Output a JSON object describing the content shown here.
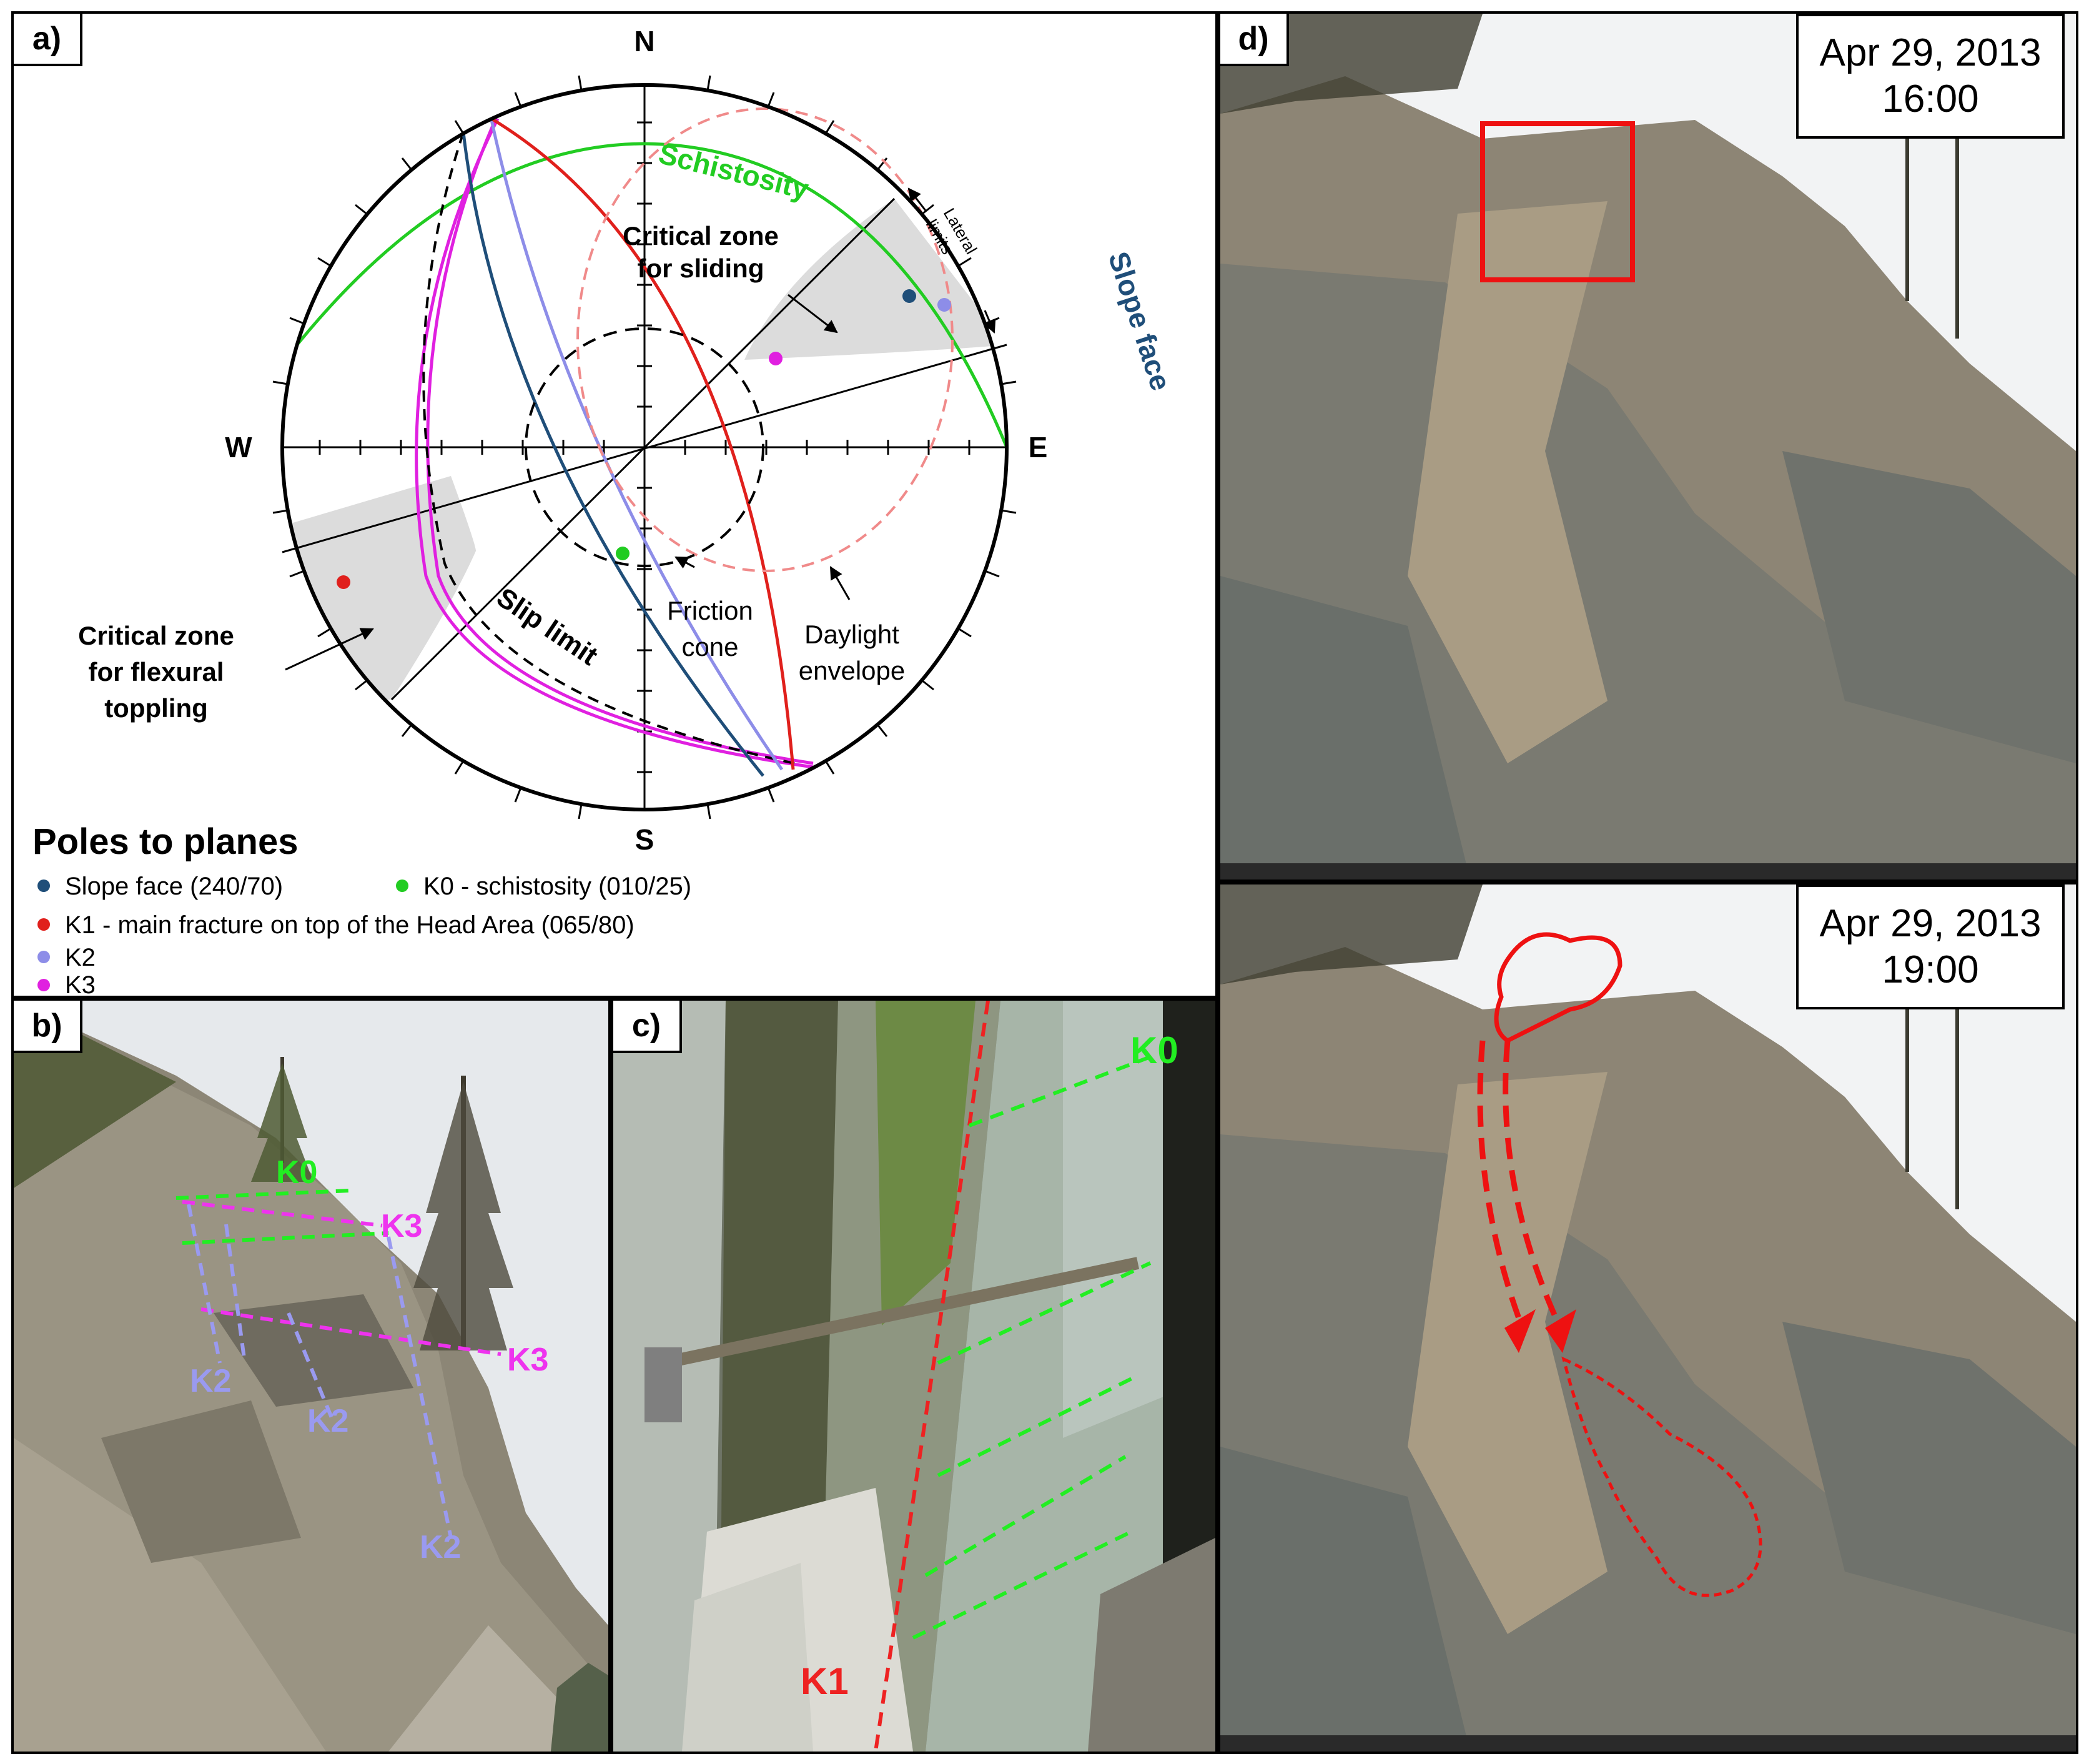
{
  "panels": {
    "a": {
      "label": "a)",
      "compass": {
        "n": "N",
        "s": "S",
        "e": "E",
        "w": "W"
      },
      "curves": {
        "schistosity": "Schistosity",
        "slope_face": "Slope face",
        "slip_limit": "Slip limit",
        "lateral_limits": [
          "Lateral",
          "limits"
        ]
      },
      "zones": {
        "sliding": [
          "Critical zone",
          "for sliding"
        ],
        "toppling": [
          "Critical zone",
          "for flexural",
          "toppling"
        ],
        "friction": [
          "Friction",
          "cone"
        ],
        "daylight": [
          "Daylight",
          "envelope"
        ]
      },
      "legend": {
        "title": "Poles to planes",
        "items": [
          {
            "label": "Slope face (240/70)",
            "color": "#1f4e79"
          },
          {
            "label": "K0 - schistosity (010/25)",
            "color": "#22cc22"
          },
          {
            "label": "K1 - main fracture on top of the Head Area (065/80)",
            "color": "#e0201c"
          },
          {
            "label": "K2",
            "color": "#8d8de8"
          },
          {
            "label": "K3",
            "color": "#e020e0"
          }
        ]
      }
    },
    "b": {
      "label": "b)",
      "k0": "K0",
      "k3": "K3",
      "k2": "K2"
    },
    "c": {
      "label": "c)",
      "k0": "K0",
      "k1": "K1"
    },
    "d": {
      "label": "d)",
      "top_stamp": {
        "date": "Apr 29, 2013",
        "time": "16:00"
      },
      "bottom_stamp": {
        "date": "Apr 29, 2013",
        "time": "19:00"
      }
    }
  }
}
